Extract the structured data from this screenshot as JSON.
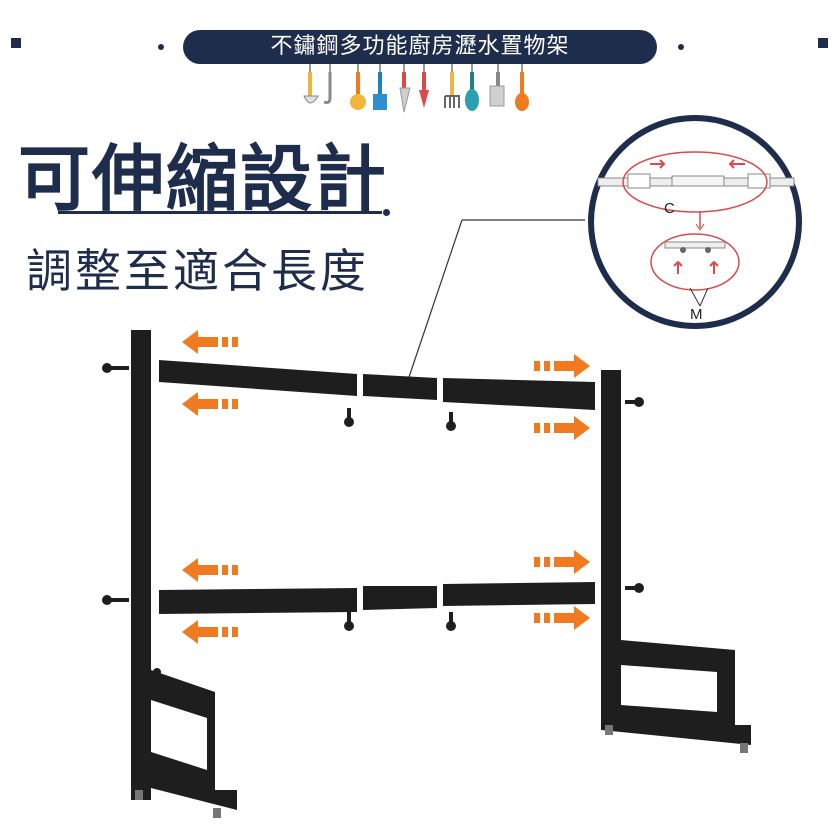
{
  "banner": {
    "title": "不鏽鋼多功能廚房瀝水置物架"
  },
  "headline": {
    "main": "可伸縮設計",
    "sub": "調整至適合長度"
  },
  "detail": {
    "label_c": "C",
    "label_m": "M"
  },
  "colors": {
    "navy": "#1f2d4d",
    "orange": "#f07a20",
    "red": "#d94a4a",
    "frame": "#1e1e1e"
  },
  "icons": [
    "utensils-icon",
    "ladle-icon",
    "whisk-icon",
    "knife-icon",
    "fork-icon",
    "spatula-icon",
    "arrow-left-icon",
    "arrow-right-icon",
    "screw-icon"
  ]
}
